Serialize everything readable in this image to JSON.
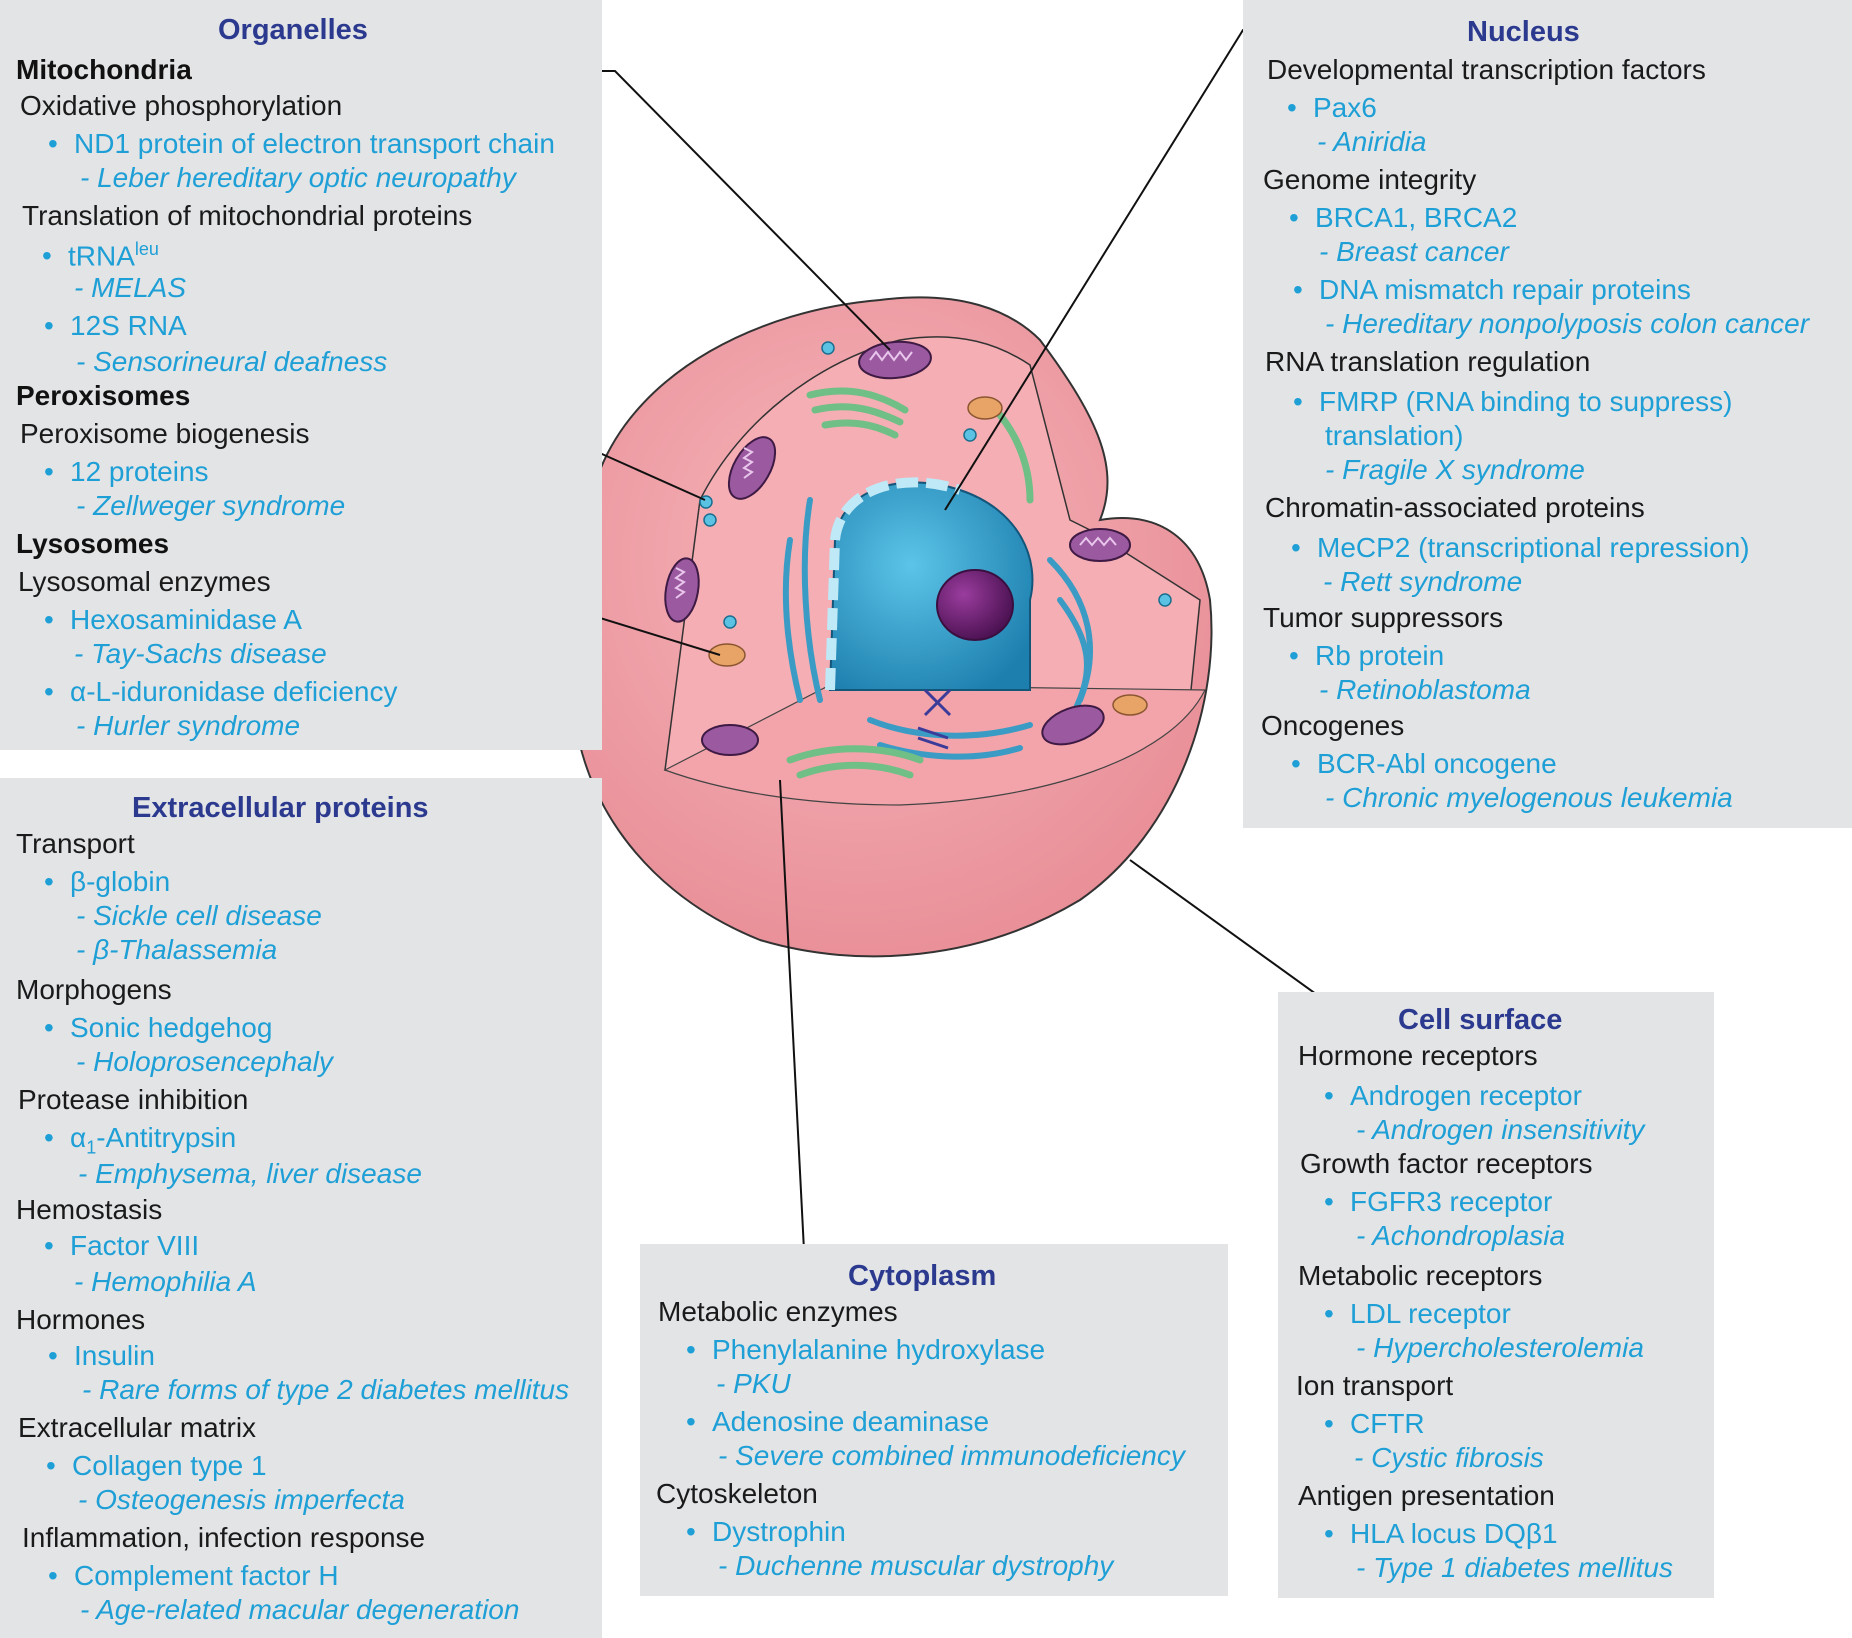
{
  "organelles": {
    "title": "Organelles",
    "mito": "Mitochondria",
    "oxphos": "Oxidative phosphorylation",
    "nd1": "ND1 protein of electron transport chain",
    "lhon": "- Leber hereditary optic neuropathy",
    "transl": "Translation of mitochondrial proteins",
    "trna": "tRNA",
    "trna_sup": "leu",
    "melas": "- MELAS",
    "rna12s": "12S RNA",
    "deaf": "- Sensorineural deafness",
    "perox": "Peroxisomes",
    "perox_bio": "Peroxisome biogenesis",
    "prot12": "12 proteins",
    "zell": "- Zellweger syndrome",
    "lyso": "Lysosomes",
    "lyso_enz": "Lysosomal enzymes",
    "hexa": "Hexosaminidase A",
    "tay": "- Tay-Sachs disease",
    "iduron": "α-L-iduronidase deficiency",
    "hurler": "- Hurler syndrome"
  },
  "extracellular": {
    "title": "Extracellular proteins",
    "transport": "Transport",
    "bglobin": "β-globin",
    "sickle": "- Sickle cell disease",
    "bthal": "- β-Thalassemia",
    "morph": "Morphogens",
    "shh": "Sonic hedgehog",
    "holo": "- Holoprosencephaly",
    "protease": "Protease inhibition",
    "a1at_pre": "α",
    "a1at_sub": "1",
    "a1at_post": "-Antitrypsin",
    "emph": "- Emphysema, liver disease",
    "hemo": "Hemostasis",
    "f8": "Factor VIII",
    "hemA": "- Hemophilia A",
    "horm": "Hormones",
    "insulin": "Insulin",
    "diab": "- Rare forms of type 2 diabetes mellitus",
    "ecm": "Extracellular matrix",
    "coll": "Collagen type 1",
    "osteo": "- Osteogenesis imperfecta",
    "inflam": "Inflammation, infection response",
    "cfh": "Complement factor H",
    "amd": "- Age-related macular degeneration"
  },
  "nucleus": {
    "title": "Nucleus",
    "dev": "Developmental transcription factors",
    "pax6": "Pax6",
    "aniridia": "- Aniridia",
    "genome": "Genome integrity",
    "brca": "BRCA1, BRCA2",
    "breast": "- Breast cancer",
    "mmr": "DNA mismatch repair proteins",
    "hnpcc": "- Hereditary nonpolyposis colon cancer",
    "rnatr": "RNA translation regulation",
    "fmrp": "FMRP (RNA binding to suppress)",
    "fmrp2": "translation)",
    "fragx": "- Fragile X syndrome",
    "chrom": "Chromatin-associated proteins",
    "mecp2": "MeCP2 (transcriptional repression)",
    "rett": "- Rett syndrome",
    "tumor": "Tumor suppressors",
    "rb": "Rb protein",
    "retino": "- Retinoblastoma",
    "onco": "Oncogenes",
    "bcr": "BCR-Abl oncogene",
    "cml": "- Chronic myelogenous leukemia"
  },
  "cell_surface": {
    "title": "Cell surface",
    "hormrec": "Hormone receptors",
    "ar": "Androgen receptor",
    "ais": "- Androgen insensitivity",
    "gfr": "Growth factor receptors",
    "fgfr3": "FGFR3 receptor",
    "achon": "- Achondroplasia",
    "metrec": "Metabolic receptors",
    "ldlr": "LDL receptor",
    "hyperchol": "- Hypercholesterolemia",
    "ion": "Ion transport",
    "cftr": "CFTR",
    "cf": "- Cystic fibrosis",
    "antigen": "Antigen presentation",
    "hla": "HLA locus DQβ1",
    "t1d": "- Type 1 diabetes mellitus"
  },
  "cytoplasm": {
    "title": "Cytoplasm",
    "metenz": "Metabolic enzymes",
    "pah": "Phenylalanine hydroxylase",
    "pku": "- PKU",
    "ada": "Adenosine deaminase",
    "scid": "- Severe combined immunodeficiency",
    "cyto": "Cytoskeleton",
    "dys": "Dystrophin",
    "dmd": "- Duchenne muscular dystrophy"
  },
  "bullet": "•",
  "colors": {
    "panel": "#e3e4e6",
    "title": "#2b3a8f",
    "item": "#1e9fd6",
    "cell": "#f4a5ac",
    "nucleus": "#2a9cc8",
    "nucleolus": "#6a1f6e"
  }
}
